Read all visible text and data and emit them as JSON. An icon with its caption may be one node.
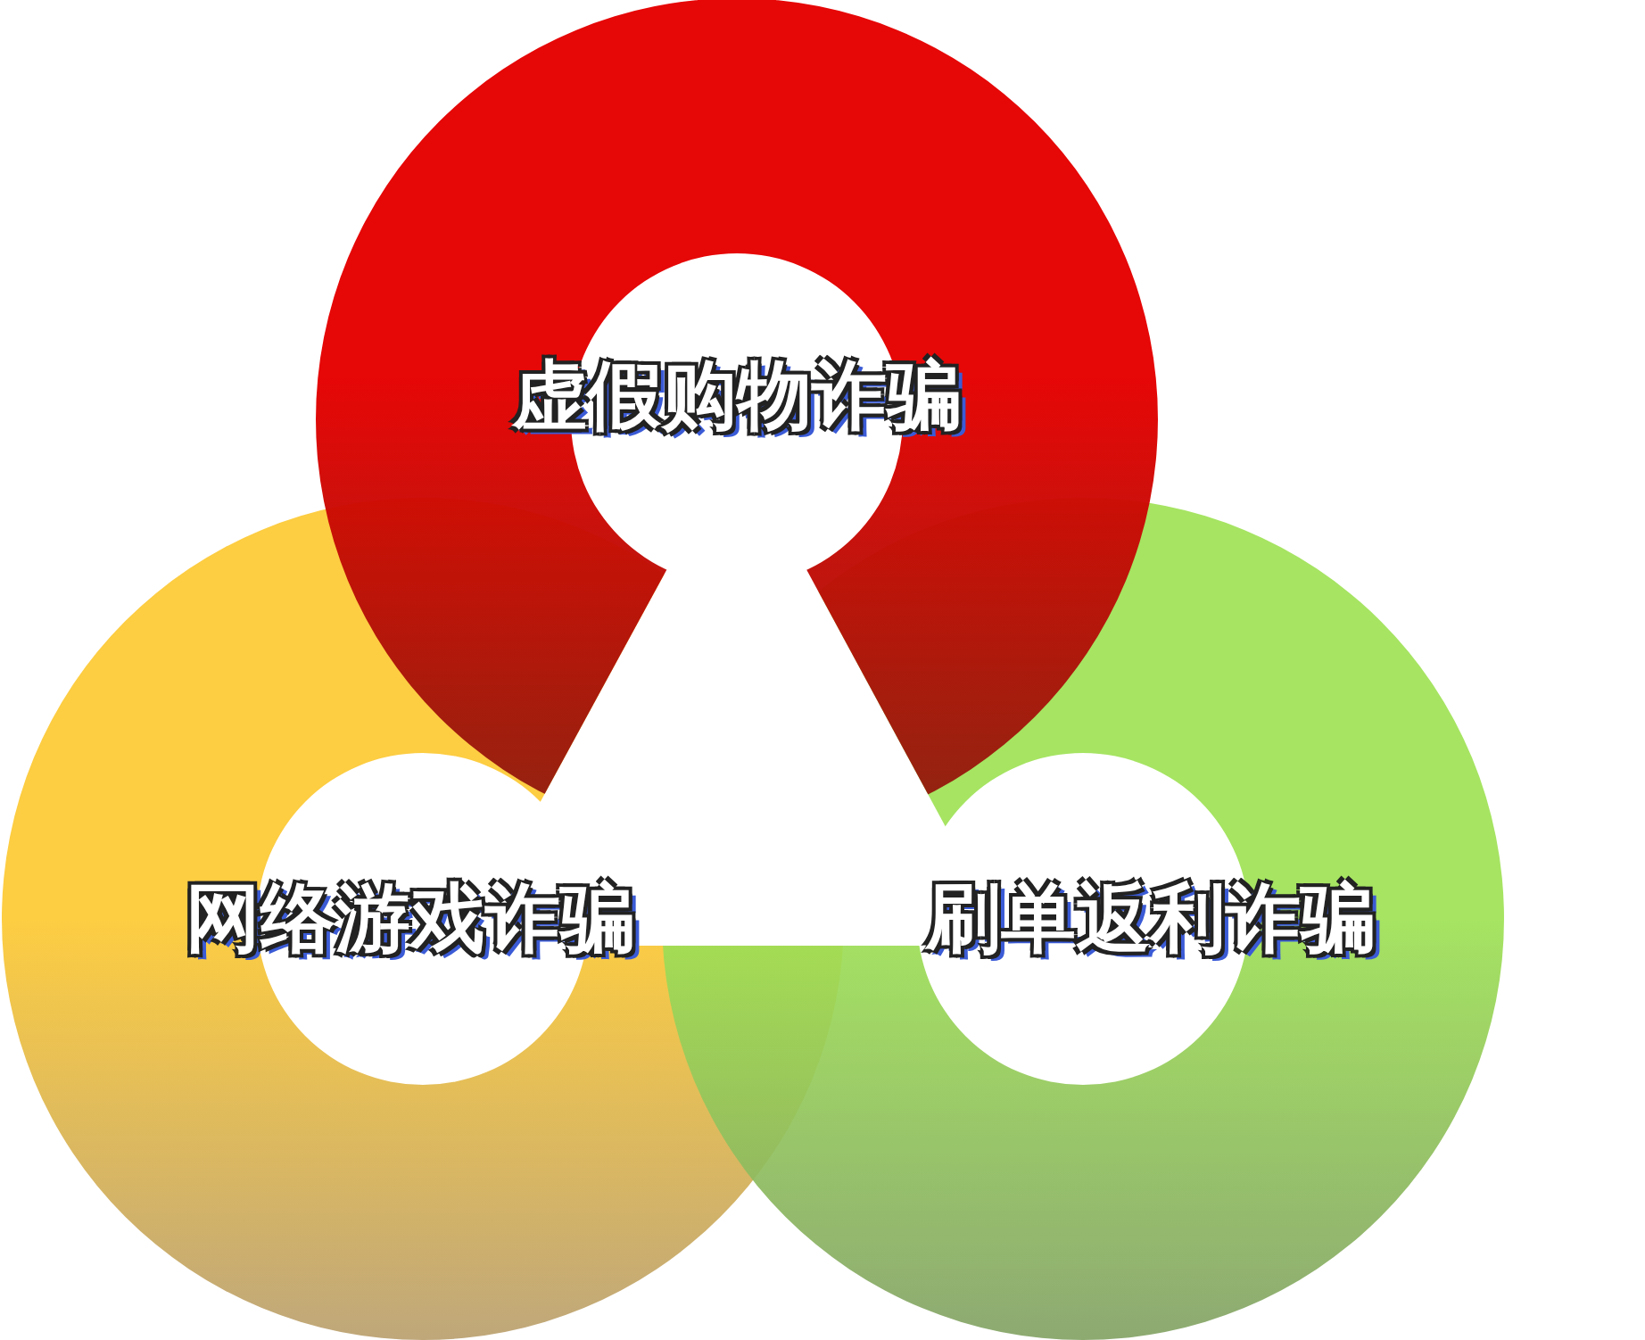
{
  "diagram": {
    "nodes": [
      {
        "text": [
          "虚假购物诈骗"
        ]
      },
      {
        "text": [
          "网络游戏诈骗"
        ]
      },
      {
        "text": [
          "刷单返利诈骗"
        ]
      }
    ],
    "edges": []
  }
}
